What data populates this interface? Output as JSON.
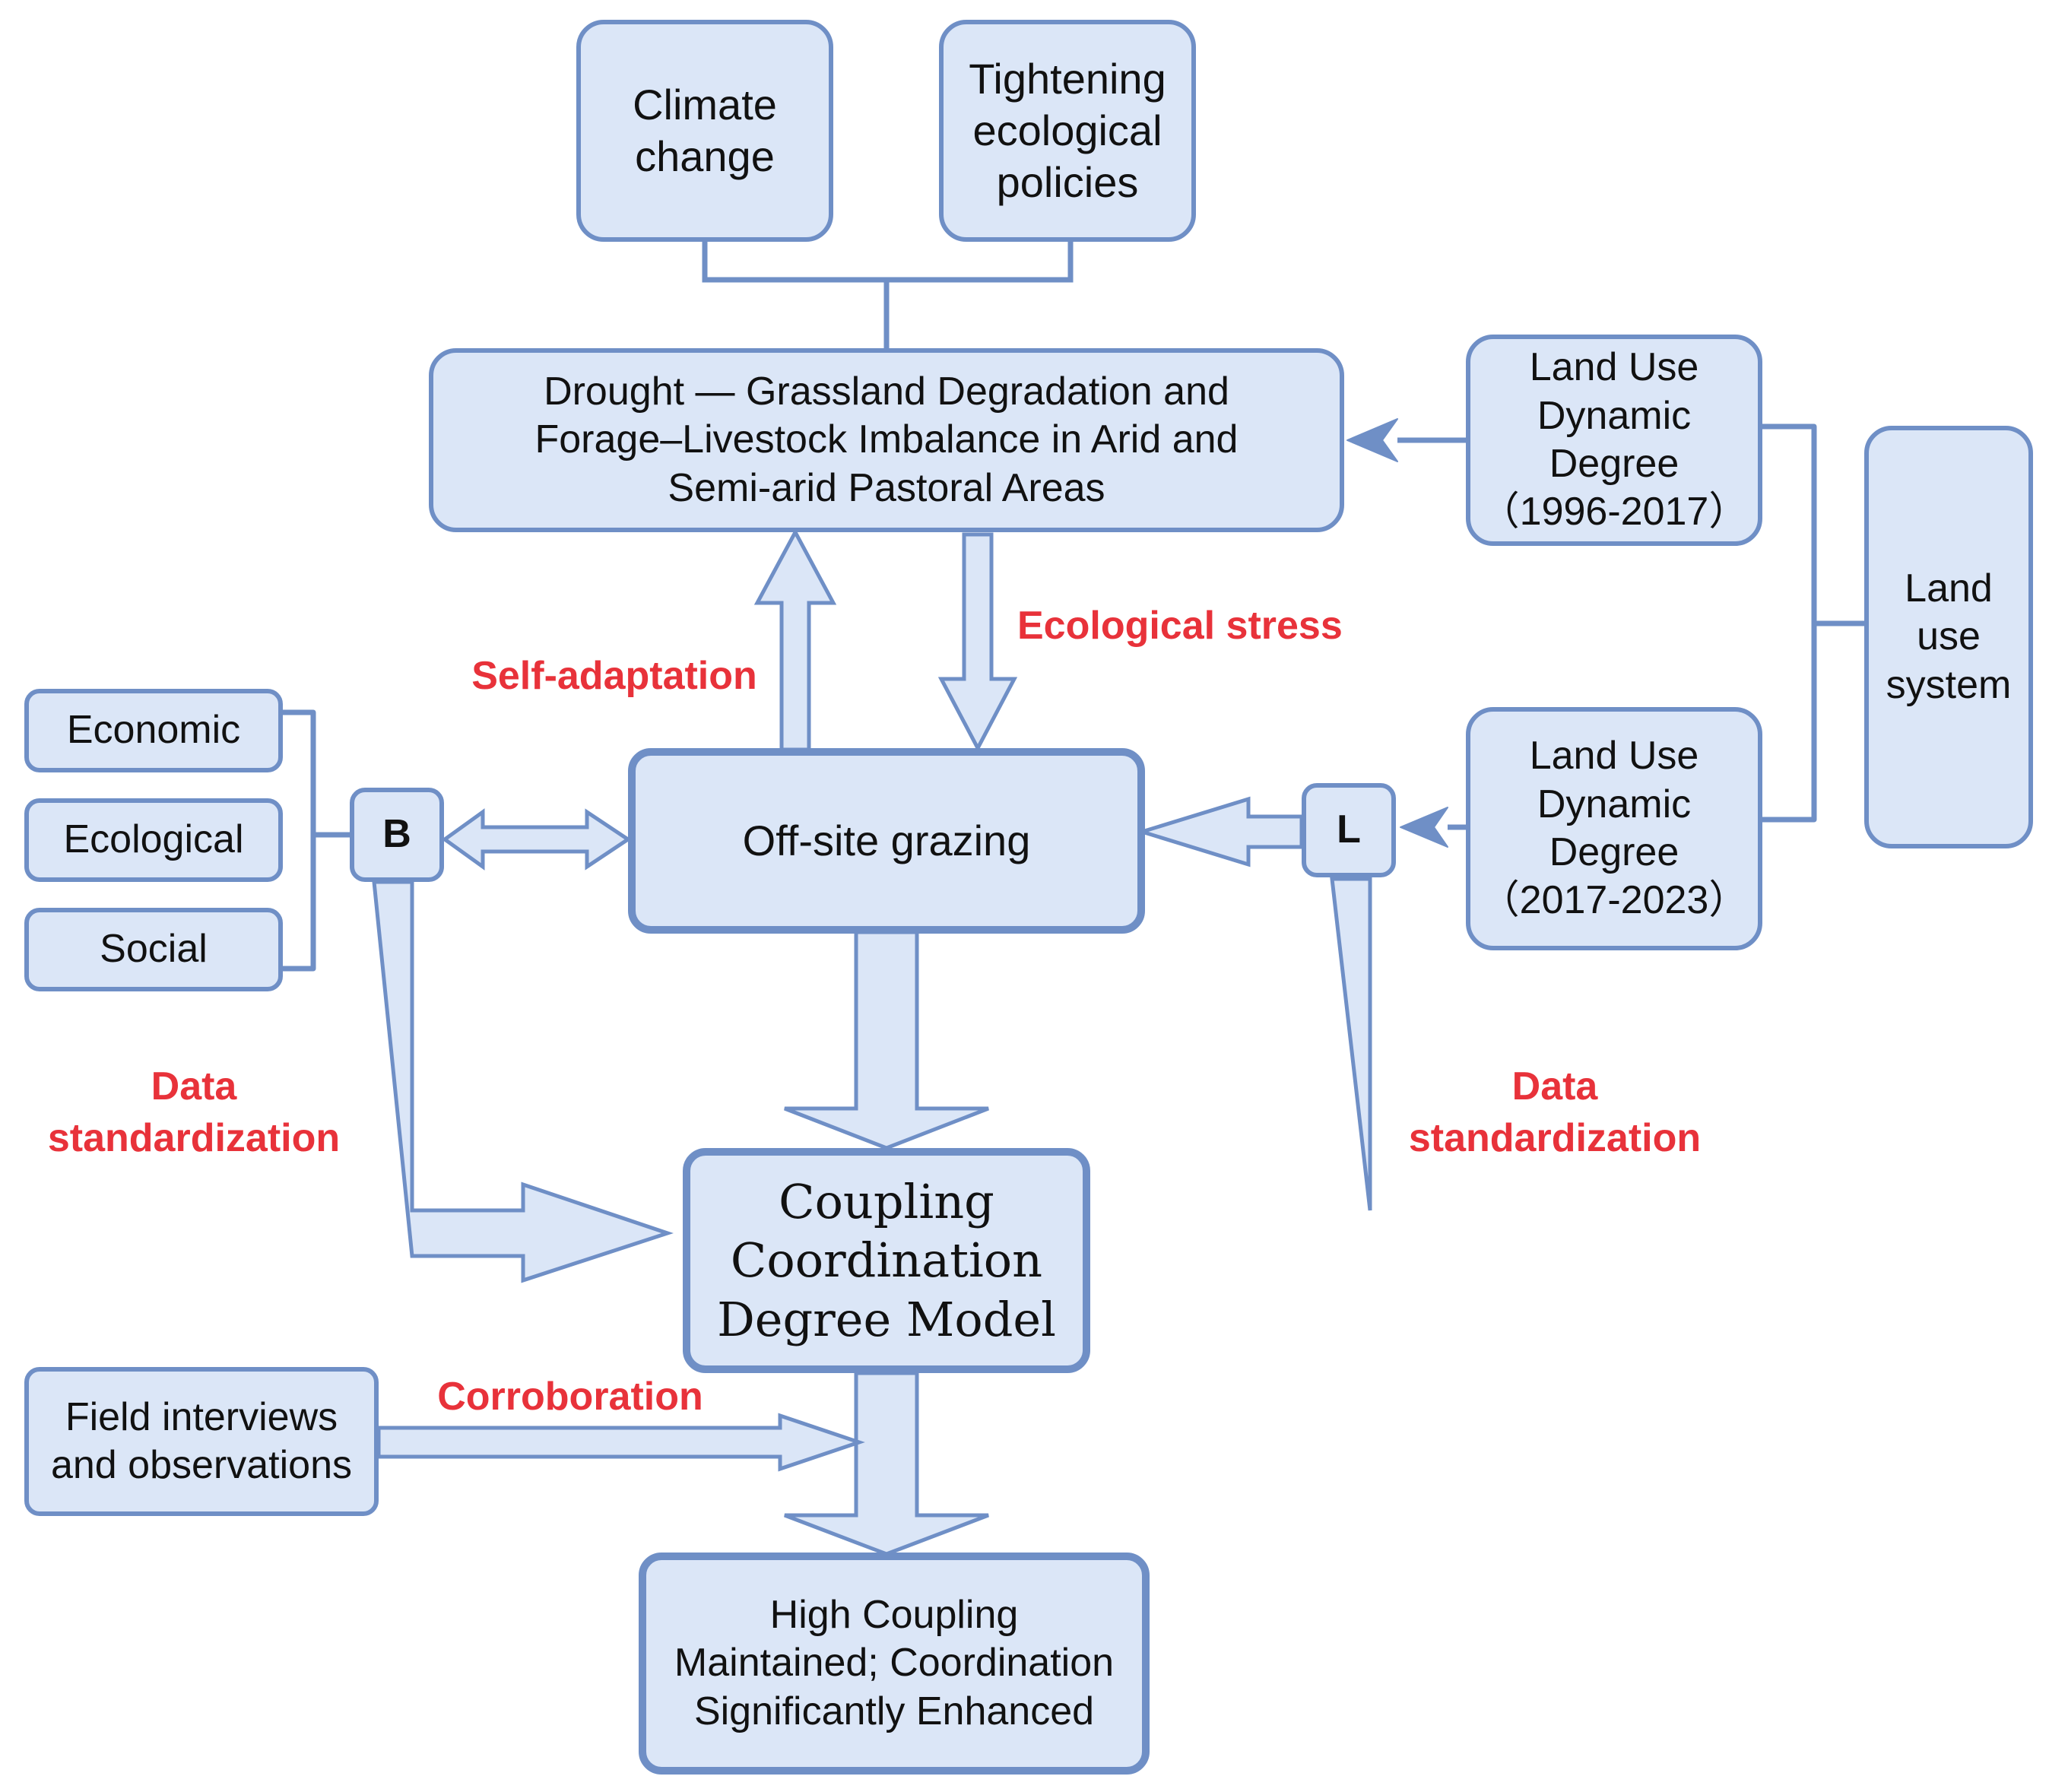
{
  "nodes": {
    "climate_change": "Climate\nchange",
    "tightening_policies": "Tightening\necological\npolicies",
    "drought": "Drought — Grassland Degradation and\nForage–Livestock Imbalance in Arid and\nSemi-arid Pastoral Areas",
    "land_use_1996": "Land Use\nDynamic\nDegree\n（1996-2017）",
    "land_use_2017": "Land Use\nDynamic\nDegree\n（2017-2023）",
    "land_use_system": "Land\nuse\nsystem",
    "economic": "Economic",
    "ecological": "Ecological",
    "social": "Social",
    "b_node": "B",
    "l_node": "L",
    "off_site_grazing": "Off-site grazing",
    "ccdm": "Coupling\nCoordination\nDegree Model",
    "field_interviews": "Field interviews\nand observations",
    "high_coupling": "High Coupling\nMaintained; Coordination\nSignificantly Enhanced"
  },
  "labels": {
    "self_adaptation": "Self-adaptation",
    "ecological_stress": "Ecological stress",
    "data_std_left": "Data\nstandardization",
    "data_std_right": "Data\nstandardization",
    "corroboration": "Corroboration"
  },
  "colors": {
    "box_fill": "#dbe6f7",
    "box_border": "#6f8fc6",
    "label_red": "#e8323a"
  }
}
